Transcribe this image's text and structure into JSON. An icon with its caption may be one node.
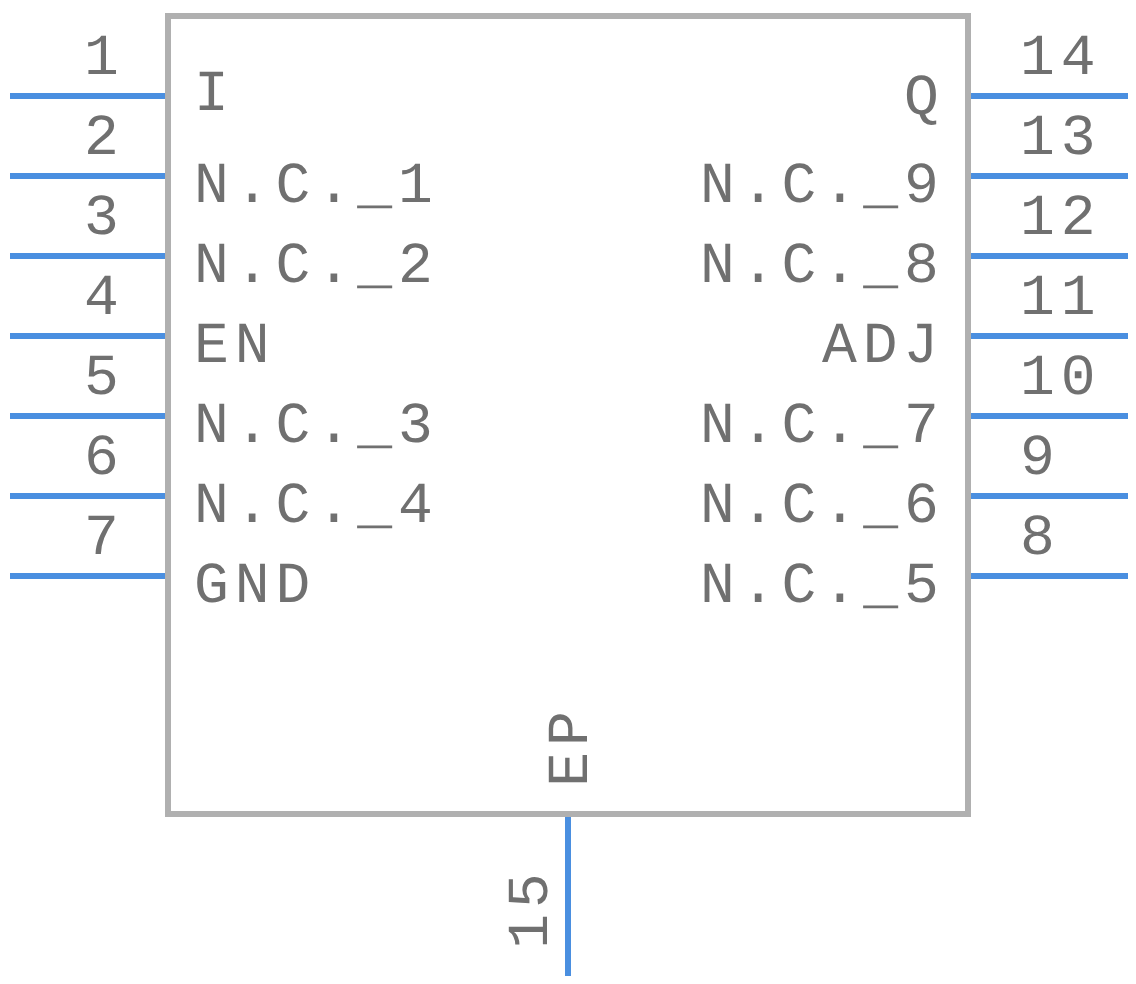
{
  "diagram": {
    "labels": [
      "1",
      "I",
      "Q",
      "14",
      "2",
      "N.C._1",
      "N.C._9",
      "13",
      "3",
      "N.C._2",
      "N.C._8",
      "12",
      "4",
      "EN",
      "ADJ",
      "11",
      "5",
      "N.C._3",
      "N.C._7",
      "10",
      "6",
      "N.C._4",
      "N.C._6",
      "9",
      "7",
      "GND",
      "N.C._5",
      "8",
      "EP",
      "15"
    ]
  }
}
